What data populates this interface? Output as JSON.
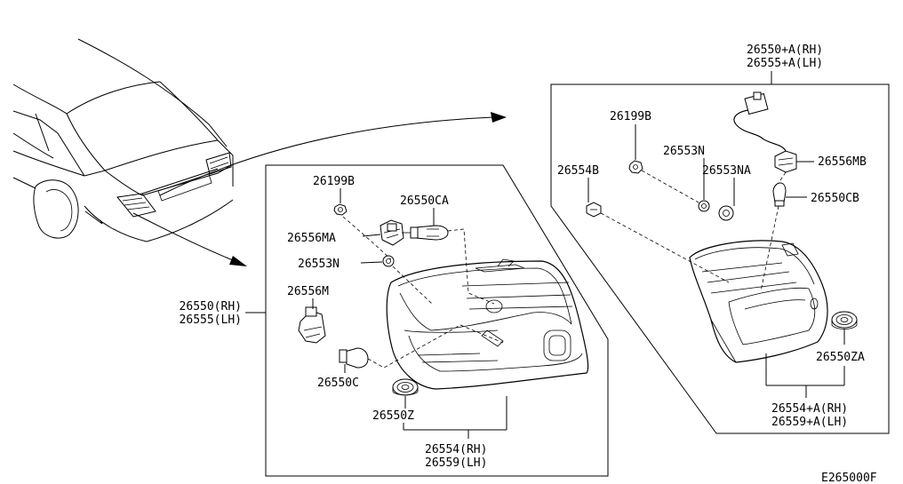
{
  "diagram_code": "E265000F",
  "left_panel": {
    "assembly_rh": "26550(RH)",
    "assembly_lh": "26555(LH)",
    "callouts": {
      "p26199b": "26199B",
      "p26550ca": "26550CA",
      "p26556ma": "26556MA",
      "p26553n": "26553N",
      "p26556m": "26556M",
      "p26550c": "26550C",
      "p26550z": "26550Z",
      "p26554_rh": "26554(RH)",
      "p26559_lh": "26559(LH)"
    }
  },
  "right_panel": {
    "assembly_rh": "26550+A(RH)",
    "assembly_lh": "26555+A(LH)",
    "callouts": {
      "p26199b": "26199B",
      "p26553n": "26553N",
      "p26554b": "26554B",
      "p26553na": "26553NA",
      "p26556mb": "26556MB",
      "p26550cb": "26550CB",
      "p26550za": "26550ZA",
      "p26554a_rh": "26554+A(RH)",
      "p26559a_lh": "26559+A(LH)"
    }
  }
}
